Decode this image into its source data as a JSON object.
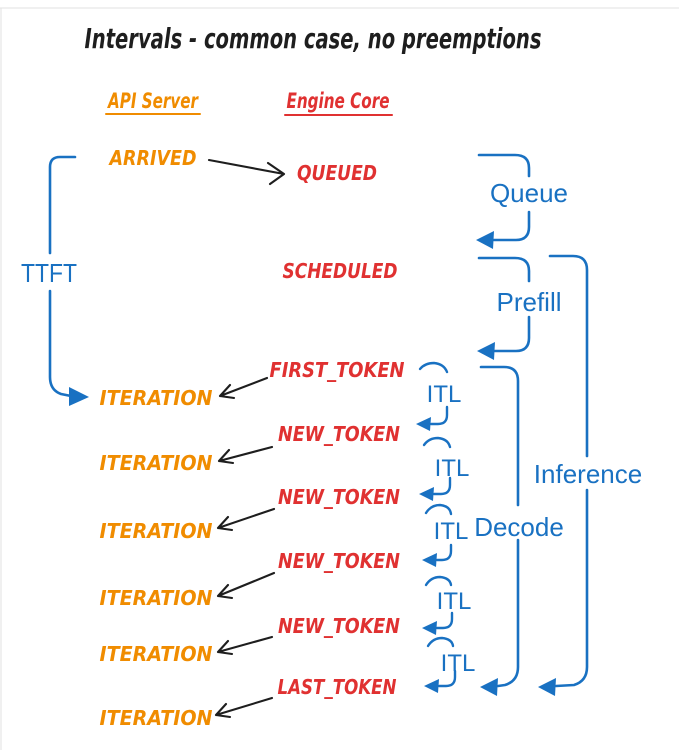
{
  "title": "Intervals - common case, no preemptions",
  "columns": {
    "api_server": "API Server",
    "engine_core": "Engine Core"
  },
  "events": {
    "arrived": "ARRIVED",
    "queued": "QUEUED",
    "scheduled": "SCHEDULED",
    "first_token": "FIRST_TOKEN",
    "new_token": "NEW_TOKEN",
    "last_token": "LAST_TOKEN",
    "iteration": "ITERATION"
  },
  "intervals": {
    "ttft": "TTFT",
    "queue": "Queue",
    "prefill": "Prefill",
    "decode": "Decode",
    "inference": "Inference",
    "itl": "ITL"
  },
  "colors": {
    "api": "#f08c00",
    "engine": "#e03131",
    "interval": "#1971c2",
    "ink": "#1e1e1e",
    "border": "#e2e2e2",
    "background": "#ffffff"
  }
}
